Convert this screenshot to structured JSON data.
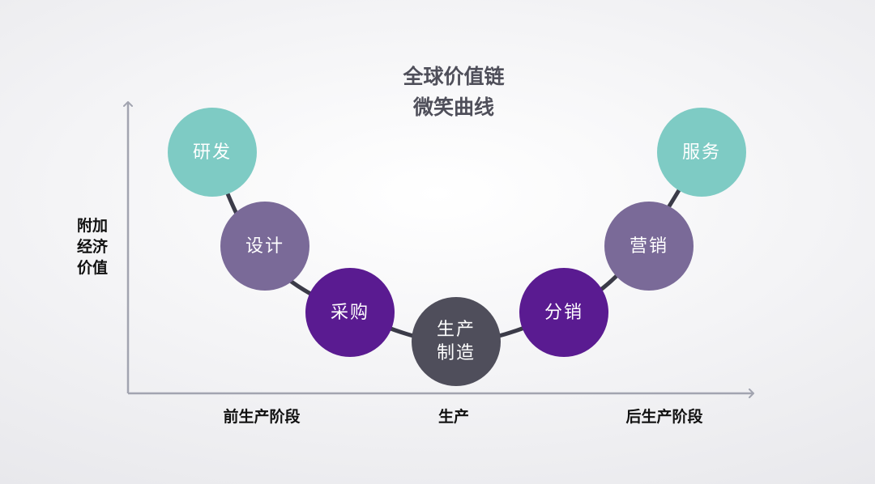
{
  "title": {
    "line1": "全球价值链",
    "line2": "微笑曲线"
  },
  "y_axis": {
    "label_lines": [
      "附加",
      "经济",
      "价值"
    ]
  },
  "x_axis": {
    "stages": [
      "前生产阶段",
      "生产",
      "后生产阶段"
    ]
  },
  "colors": {
    "teal": "#7ecbc4",
    "mauve": "#7a6a98",
    "purple": "#5a1b91",
    "charcoal": "#4f4e5b",
    "curve": "#3b3b48",
    "axis": "#a2a4b0"
  },
  "nodes": [
    {
      "id": "yanfa",
      "lines": [
        "研发"
      ],
      "color": "teal"
    },
    {
      "id": "sheji",
      "lines": [
        "设计"
      ],
      "color": "mauve"
    },
    {
      "id": "caigou",
      "lines": [
        "采购"
      ],
      "color": "purple"
    },
    {
      "id": "shengchan",
      "lines": [
        "生产",
        "制造"
      ],
      "color": "charcoal"
    },
    {
      "id": "fenxiao",
      "lines": [
        "分销"
      ],
      "color": "purple"
    },
    {
      "id": "yingxiao",
      "lines": [
        "营销"
      ],
      "color": "mauve"
    },
    {
      "id": "fuwu",
      "lines": [
        "服务"
      ],
      "color": "teal"
    }
  ]
}
